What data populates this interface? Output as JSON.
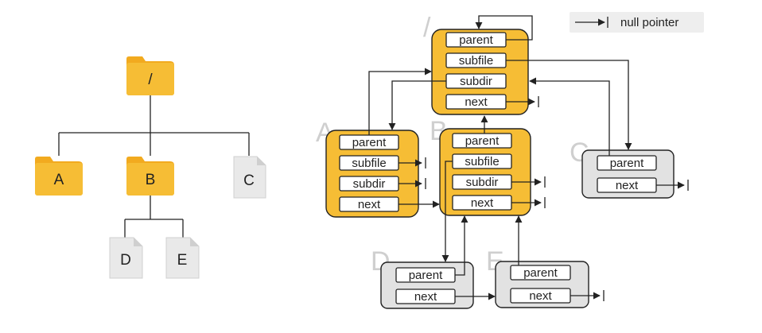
{
  "colors": {
    "folder": "#f6bd35",
    "folder_tab": "#f2aa1f",
    "file": "#e9e9e9",
    "dir_node": "#f6bd35",
    "file_node": "#e2e2e2",
    "field_fill": "#ffffff",
    "line": "#222222",
    "ghost_label": "#cfcfcf",
    "legend_bg": "#eeeeee"
  },
  "legend": {
    "label": "null pointer"
  },
  "tree": {
    "root": {
      "name": "/",
      "icon": "folder-icon"
    },
    "a": {
      "name": "A",
      "icon": "folder-icon"
    },
    "b": {
      "name": "B",
      "icon": "folder-icon"
    },
    "c": {
      "name": "C",
      "icon": "file-icon"
    },
    "d": {
      "name": "D",
      "icon": "file-icon"
    },
    "e": {
      "name": "E",
      "icon": "file-icon"
    }
  },
  "nodes": {
    "root": {
      "label": "/",
      "fields": [
        "parent",
        "subfile",
        "subdir",
        "next"
      ]
    },
    "a": {
      "label": "A",
      "fields": [
        "parent",
        "subfile",
        "subdir",
        "next"
      ]
    },
    "b": {
      "label": "B",
      "fields": [
        "parent",
        "subfile",
        "subdir",
        "next"
      ]
    },
    "c": {
      "label": "C",
      "fields": [
        "parent",
        "next"
      ]
    },
    "d": {
      "label": "D",
      "fields": [
        "parent",
        "next"
      ]
    },
    "e": {
      "label": "E",
      "fields": [
        "parent",
        "next"
      ]
    }
  }
}
